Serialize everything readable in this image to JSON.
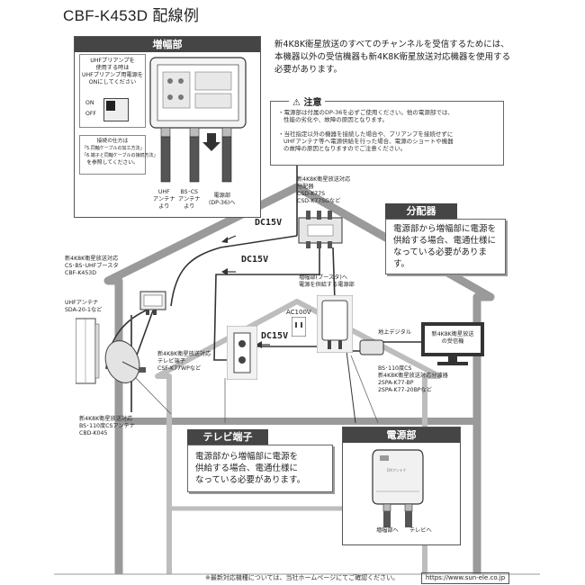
{
  "title": "CBF-K453D 配線例",
  "amplifier": {
    "header": "増幅部",
    "uhf_preamp_note": [
      "UHFプリアンプを",
      "使用する時は",
      "UHFプリアンプ用電源を",
      "ONにしてください"
    ],
    "switch_on": "ON",
    "switch_off": "OFF",
    "install_note": [
      "接続の仕方は",
      "「5.同軸ケーブルの加工方法」",
      "「6.端子と同軸ケーブルの接続方法」",
      "を参照してください。"
    ],
    "port_uhf": [
      "UHF",
      "アンテナ",
      "より"
    ],
    "port_bscs": [
      "BS･CS",
      "アンテナ",
      "より"
    ],
    "port_power": [
      "電源部",
      "(DP-36)へ"
    ]
  },
  "top_note": [
    "新4K8K衛星放送のすべてのチャンネルを受信するためには、本機器以外の受信機器も新4K8K衛星放送対応機器を使",
    "用する必要があります。"
  ],
  "caution": {
    "label": "注意",
    "items": [
      [
        "・電源部は付属のDP-36を必ずご使用ください。他の電源部では、",
        "性能の劣化や、故障の原因となります。"
      ],
      [
        "・当社指定以外の機器を接続した場合や、プリアンプを接続せずに",
        "UHFアンテナ等へ電源供給を行った場合、電源のショートや機器",
        "の故障の原因となりますのでご注意ください。"
      ]
    ]
  },
  "splitter_label": [
    "新4K8K衛星放送対応",
    "分配器",
    "CSD-K77S",
    "CSD-K77SGなど"
  ],
  "splitter_box": {
    "header": "分配器",
    "text": [
      "電源部から増幅部に電源を",
      "供給する場合、電通仕様に",
      "なっている必要があります。"
    ]
  },
  "dc_labels": [
    "DC15V",
    "DC15V",
    "DC15V"
  ],
  "booster_label": [
    "新4K8K衛星放送対応",
    "CS･BS･UHFブースタ",
    "CBF-K453D"
  ],
  "uhf_antenna_label": [
    "UHFアンテナ",
    "SDA-20-1など"
  ],
  "bs_antenna_label": [
    "新4K8K衛星放送対応",
    "BS･110度CSアンテナ",
    "CBD-K045"
  ],
  "terminal_label": [
    "新4K8K衛星放送対応",
    "テレビ端子",
    "CSF-K77WPなど"
  ],
  "ac_label": "AC100V",
  "power_unit_label": [
    "増幅部(ブースタ)へ",
    "電源を供給する電源部"
  ],
  "tv_screen_text": [
    "新4K8K衛星放送",
    "の受信機"
  ],
  "separator_label": [
    "地上デジタル",
    "BS･110度CS",
    "新4K8K衛星放送対応分波器",
    "2SPA-K77-BP",
    "2SPA-K77-20BPなど"
  ],
  "tv_terminal_box": {
    "header": "テレビ端子",
    "text": [
      "電源部から増幅部に電源を",
      "供給する場合、電通仕様に",
      "なっている必要があります。"
    ]
  },
  "power_box": {
    "header": "電源部",
    "to_amp": "増幅部へ",
    "to_tv": "テレビへ",
    "brand": "DXアンテナ"
  },
  "footer": {
    "note": "※最新対応機種については、当社ホームページにてご確認ください。",
    "url": "https://www.sun-ele.co.jp"
  }
}
